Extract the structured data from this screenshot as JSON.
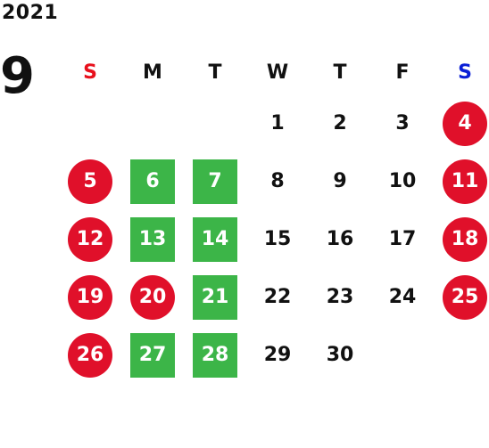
{
  "calendar": {
    "year": "2021",
    "month": "9",
    "colors": {
      "sunday_header": "#e8101c",
      "saturday_header": "#0a1fd6",
      "weekday_header": "#111111",
      "holiday_fill": "#e0102a",
      "business_fill": "#3cb548",
      "default_text": "#111111"
    },
    "weekdays": [
      {
        "label": "S",
        "type": "sunday"
      },
      {
        "label": "M",
        "type": "weekday"
      },
      {
        "label": "T",
        "type": "weekday"
      },
      {
        "label": "W",
        "type": "weekday"
      },
      {
        "label": "T",
        "type": "weekday"
      },
      {
        "label": "F",
        "type": "weekday"
      },
      {
        "label": "S",
        "type": "saturday"
      }
    ],
    "weeks": [
      [
        null,
        null,
        null,
        {
          "day": "1",
          "style": "plain"
        },
        {
          "day": "2",
          "style": "plain"
        },
        {
          "day": "3",
          "style": "plain"
        },
        {
          "day": "4",
          "style": "holiday"
        }
      ],
      [
        {
          "day": "5",
          "style": "holiday"
        },
        {
          "day": "6",
          "style": "business"
        },
        {
          "day": "7",
          "style": "business"
        },
        {
          "day": "8",
          "style": "plain"
        },
        {
          "day": "9",
          "style": "plain"
        },
        {
          "day": "10",
          "style": "plain"
        },
        {
          "day": "11",
          "style": "holiday"
        }
      ],
      [
        {
          "day": "12",
          "style": "holiday"
        },
        {
          "day": "13",
          "style": "business"
        },
        {
          "day": "14",
          "style": "business"
        },
        {
          "day": "15",
          "style": "plain"
        },
        {
          "day": "16",
          "style": "plain"
        },
        {
          "day": "17",
          "style": "plain"
        },
        {
          "day": "18",
          "style": "holiday"
        }
      ],
      [
        {
          "day": "19",
          "style": "holiday"
        },
        {
          "day": "20",
          "style": "holiday"
        },
        {
          "day": "21",
          "style": "business"
        },
        {
          "day": "22",
          "style": "plain"
        },
        {
          "day": "23",
          "style": "plain"
        },
        {
          "day": "24",
          "style": "plain"
        },
        {
          "day": "25",
          "style": "holiday"
        }
      ],
      [
        {
          "day": "26",
          "style": "holiday"
        },
        {
          "day": "27",
          "style": "business"
        },
        {
          "day": "28",
          "style": "business"
        },
        {
          "day": "29",
          "style": "plain"
        },
        {
          "day": "30",
          "style": "plain"
        },
        null,
        null
      ]
    ]
  }
}
